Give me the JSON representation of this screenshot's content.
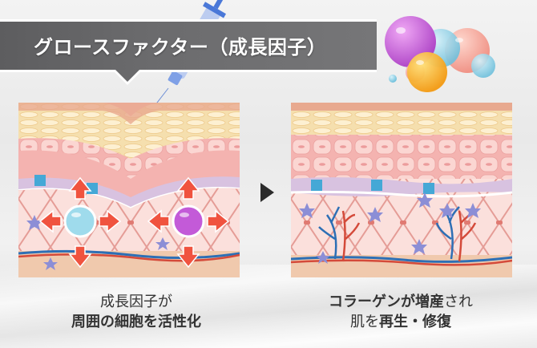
{
  "banner": {
    "title": "グロースファクター（成長因子）"
  },
  "illustration": {
    "left_panel": {
      "description": "skin-cross-section-with-growth-factors",
      "growth_factor_spheres": [
        "light-blue",
        "purple"
      ],
      "arrows": [
        "up",
        "down",
        "left",
        "right"
      ]
    },
    "right_panel": {
      "description": "regenerated-skin-cross-section"
    },
    "next_arrow": "right-triangle"
  },
  "captions": {
    "left": {
      "line1": "成長因子が",
      "line2": "周囲の細胞を活性化"
    },
    "right": {
      "line1_bold": "コラーゲンが増産",
      "line1_rest": "され",
      "line2_prefix": "肌を",
      "line2_bold": "再生・修復"
    }
  },
  "colors": {
    "banner": "#6a6a6c",
    "arrow": "#f0533f",
    "sphere_blue": "#8fd3e8",
    "sphere_purple": "#c35ad8",
    "sphere_orange": "#f6b324",
    "sphere_pink": "#f6a79a",
    "skin_top": "#f5dfae",
    "skin_mid": "#f4b3b0",
    "basal_cell": "#d8c2e0",
    "basal_blue": "#45a8d6",
    "dermis": "#fbe0dc",
    "fat": "#f0c9ad"
  }
}
